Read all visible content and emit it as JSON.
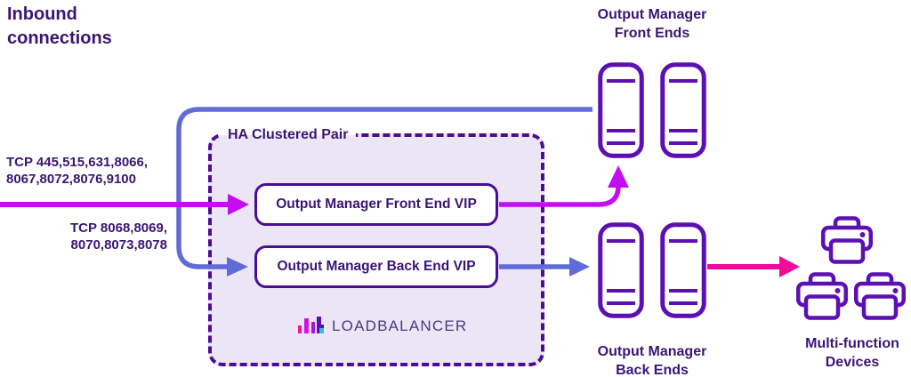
{
  "page_title": "Inbound connections",
  "inbound": {
    "front_ports": {
      "line1": "TCP 445,515,631,8066,",
      "line2": "8067,8072,8076,9100"
    },
    "back_ports": {
      "line1": "TCP 8068,8069,",
      "line2": "8070,8073,8078"
    }
  },
  "cluster": {
    "label": "HA Clustered Pair",
    "front_vip_label": "Output Manager Front End VIP",
    "back_vip_label": "Output Manager Back End VIP",
    "logo_text": "LOADBALANCER"
  },
  "server_groups": {
    "front_ends": {
      "line1": "Output Manager",
      "line2": "Front Ends",
      "count": 2
    },
    "back_ends": {
      "line1": "Output Manager",
      "line2": "Back Ends",
      "count": 2
    }
  },
  "devices": {
    "line1": "Multi-function",
    "line2": "Devices",
    "count": 3
  },
  "colors": {
    "text-purple": "#3a1574",
    "icon-purple": "#5c10b4",
    "vip-border": "#4c0d95",
    "dash-border": "#4c0d95",
    "panel-fill": "#ece5f6",
    "magenta": "#c40df2",
    "blue": "#5f6cd8",
    "pink": "#f20a9b",
    "logo-text": "#473a86",
    "logo-pink": "#f0189c",
    "logo-magenta": "#cf13e0",
    "logo-violet": "#a616d8",
    "logo-purple": "#5c10b4",
    "logo-teal": "#2fc0d0"
  }
}
